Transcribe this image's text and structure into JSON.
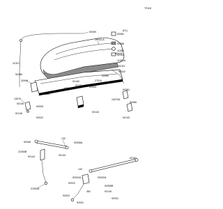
{
  "diagram": {
    "reference_code": "T2118",
    "kit_label": "(K1)",
    "part_numbers": {
      "p92009_top": "92009",
      "p92081": "92081",
      "p92056": "92056",
      "p11009": "11009",
      "p92153_kit": "92153",
      "p11012": "11012",
      "p92180": "92180",
      "p32099": "32099",
      "p39003a": "39003-A",
      "p11012a": "11012A",
      "p11011": "11011",
      "p92015": "92015",
      "p92022_right": "92022",
      "p92069": "92069",
      "p27010": "27010",
      "p92161": "92161",
      "p92005": "92005",
      "p92043": "92043",
      "p92153_a": "92153",
      "p92150": "92150",
      "p92081_mid": "92081",
      "p13070a": "13070A",
      "p92066": "92066",
      "p92143": "92143",
      "p13070": "13070",
      "p92145": "92145",
      "p92005_b": "92005",
      "p92145_b": "92145",
      "p92022_b": "92022",
      "p92143_b": "92143",
      "p92055a": "92055A",
      "p132": "132",
      "p92046": "92046",
      "p21053b": "21053B",
      "p92144": "92144",
      "p92143_c": "92143",
      "p92161_b": "92161",
      "p21053a": "21053A",
      "p92022a": "92022A",
      "p92002a": "92002A",
      "p92022_c": "92022",
      "p132_b": "132",
      "p92022_d": "92022",
      "p92031": "92031",
      "p462": "462",
      "p92055b": "92055B",
      "p92145_c": "92145",
      "p92022_e": "92022"
    }
  }
}
